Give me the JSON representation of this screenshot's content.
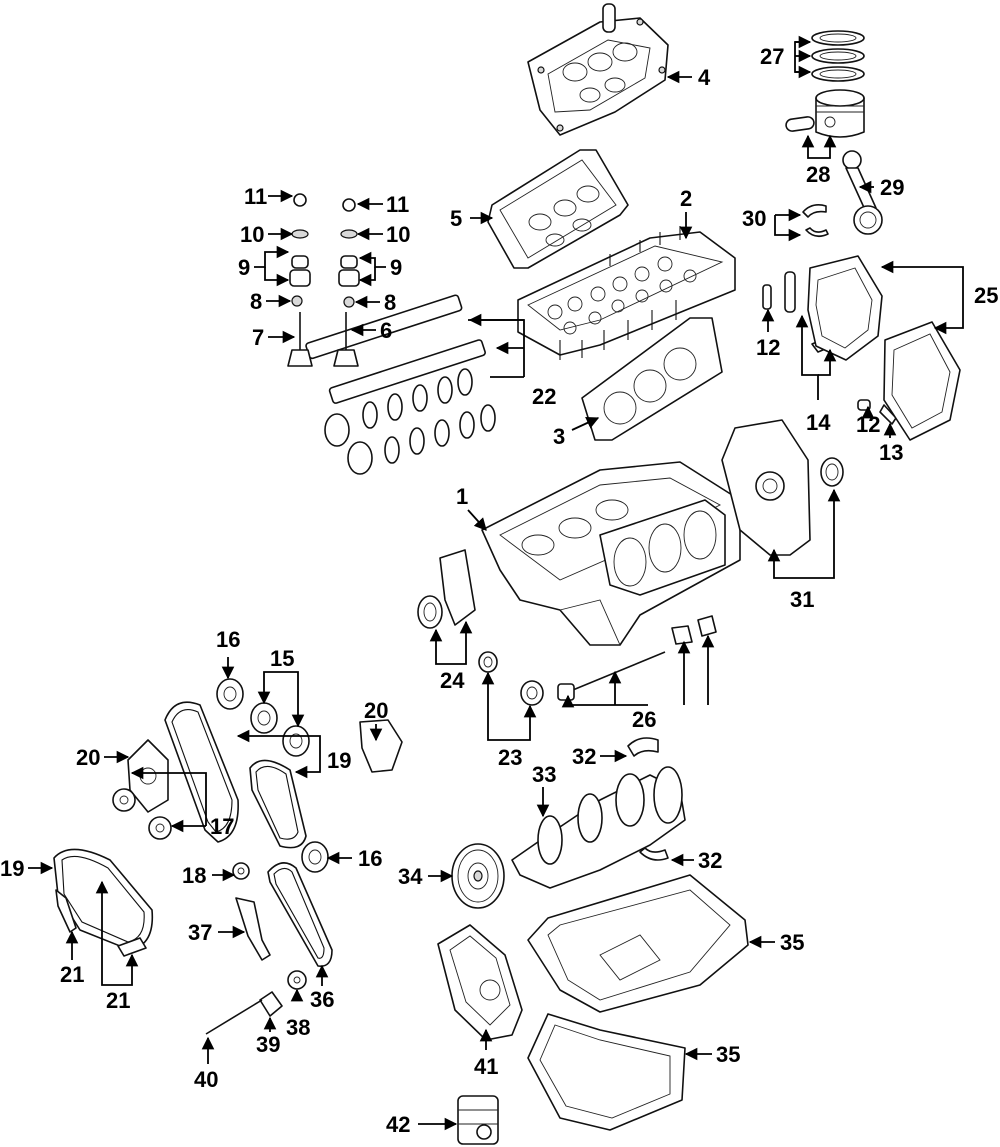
{
  "diagram": {
    "title": "",
    "callouts": {
      "c1": "1",
      "c2": "2",
      "c3": "3",
      "c4": "4",
      "c5": "5",
      "c6": "6",
      "c7": "7",
      "c8a": "8",
      "c8b": "8",
      "c9a": "9",
      "c9b": "9",
      "c10a": "10",
      "c10b": "10",
      "c11a": "11",
      "c11b": "11",
      "c12a": "12",
      "c12b": "12",
      "c13": "13",
      "c14": "14",
      "c15": "15",
      "c16a": "16",
      "c16b": "16",
      "c17": "17",
      "c18": "18",
      "c19a": "19",
      "c19b": "19",
      "c20a": "20",
      "c20b": "20",
      "c21a": "21",
      "c21b": "21",
      "c22": "22",
      "c23": "23",
      "c24": "24",
      "c25": "25",
      "c26": "26",
      "c27": "27",
      "c28": "28",
      "c29": "29",
      "c30": "30",
      "c31": "31",
      "c32a": "32",
      "c32b": "32",
      "c33": "33",
      "c34": "34",
      "c35a": "35",
      "c35b": "35",
      "c36": "36",
      "c37": "37",
      "c38": "38",
      "c39": "39",
      "c40": "40",
      "c41": "41",
      "c42": "42"
    }
  }
}
